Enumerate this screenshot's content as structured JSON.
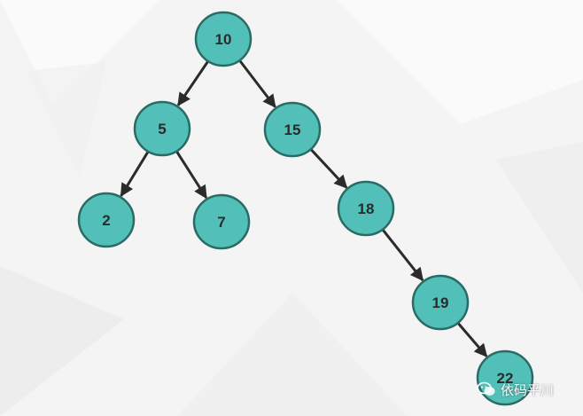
{
  "diagram": {
    "nodes": [
      {
        "id": "n10",
        "label": "10"
      },
      {
        "id": "n5",
        "label": "5"
      },
      {
        "id": "n15",
        "label": "15"
      },
      {
        "id": "n2",
        "label": "2"
      },
      {
        "id": "n7",
        "label": "7"
      },
      {
        "id": "n18",
        "label": "18"
      },
      {
        "id": "n19",
        "label": "19"
      },
      {
        "id": "n22",
        "label": "22"
      }
    ],
    "edges": [
      {
        "from": "n10",
        "to": "n5"
      },
      {
        "from": "n10",
        "to": "n15"
      },
      {
        "from": "n5",
        "to": "n2"
      },
      {
        "from": "n5",
        "to": "n7"
      },
      {
        "from": "n15",
        "to": "n18"
      },
      {
        "from": "n18",
        "to": "n19"
      },
      {
        "from": "n19",
        "to": "n22"
      }
    ],
    "colors": {
      "node_fill": "#52c0b8",
      "node_stroke": "#2a6b66",
      "edge": "#2b2b2b",
      "label": "#2b2b2b"
    }
  },
  "watermark": {
    "icon": "wechat-icon",
    "text": "依码平川"
  }
}
